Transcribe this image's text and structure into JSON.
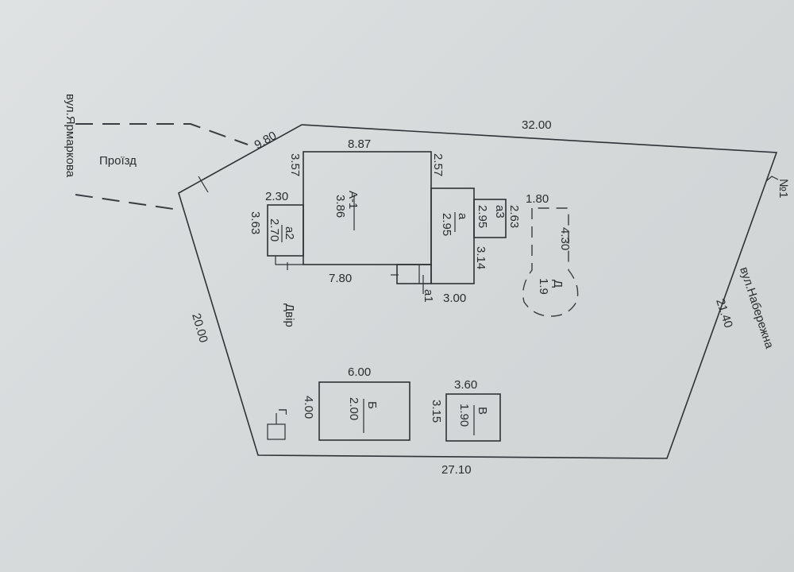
{
  "streets": {
    "west": "вул.Ярмаркова",
    "east": "вул.Набережна",
    "passage": "Проїзд",
    "yard": "Двір",
    "point": "№1"
  },
  "boundary": {
    "top": "32.00",
    "top_left": "9.80",
    "left": "20.00",
    "bottom": "27.10",
    "right": "21.40"
  },
  "buildings": {
    "A1": {
      "label": "А-1",
      "height": "3.86",
      "width": "8.87",
      "bottom": "7.80",
      "left": "3.57",
      "right": "2.57"
    },
    "a2": {
      "label": "а2",
      "height": "2.70",
      "width": "2.30",
      "depth": "3.63"
    },
    "a": {
      "label": "а",
      "height": "2.95",
      "depth": "3.14",
      "width": "3.00"
    },
    "a3": {
      "label": "а3",
      "height": "2.95",
      "depth": "2.63"
    },
    "a1": {
      "label": "а1"
    },
    "D": {
      "label": "Д",
      "height": "1.9",
      "width": "1.80",
      "depth": "4.30"
    },
    "B": {
      "label": "Б",
      "height": "2.00",
      "width": "6.00",
      "depth": "4.00"
    },
    "V": {
      "label": "В",
      "height": "1.90",
      "width": "3.60",
      "depth": "3.15"
    },
    "G": {
      "label": "Г"
    }
  }
}
